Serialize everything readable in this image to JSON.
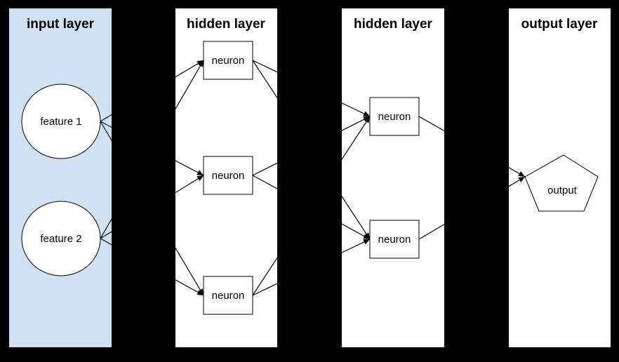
{
  "diagram": {
    "background_color": "#000000",
    "stroke_color": "#000000",
    "node_fill_color": "#ffffff",
    "panels": [
      {
        "id": "input",
        "title": "input layer",
        "fill": "#cfe2f3"
      },
      {
        "id": "hidden1",
        "title": "hidden layer",
        "fill": "#ffffff"
      },
      {
        "id": "hidden2",
        "title": "hidden layer",
        "fill": "#ffffff"
      },
      {
        "id": "output",
        "title": "output layer",
        "fill": "#ffffff"
      }
    ],
    "nodes": {
      "input": [
        {
          "label": "feature 1",
          "shape": "circle"
        },
        {
          "label": "feature 2",
          "shape": "circle"
        }
      ],
      "hidden1": [
        {
          "label": "neuron",
          "shape": "rect"
        },
        {
          "label": "neuron",
          "shape": "rect"
        },
        {
          "label": "neuron",
          "shape": "rect"
        }
      ],
      "hidden2": [
        {
          "label": "neuron",
          "shape": "rect"
        },
        {
          "label": "neuron",
          "shape": "rect"
        }
      ],
      "output": [
        {
          "label": "output",
          "shape": "pentagon"
        }
      ]
    },
    "edges": [
      {
        "from": "feature-1",
        "to": "hidden1-neuron-1"
      },
      {
        "from": "feature-1",
        "to": "hidden1-neuron-2"
      },
      {
        "from": "feature-1",
        "to": "hidden1-neuron-3"
      },
      {
        "from": "feature-2",
        "to": "hidden1-neuron-1"
      },
      {
        "from": "feature-2",
        "to": "hidden1-neuron-2"
      },
      {
        "from": "feature-2",
        "to": "hidden1-neuron-3"
      },
      {
        "from": "hidden1-neuron-1",
        "to": "hidden2-neuron-1"
      },
      {
        "from": "hidden1-neuron-1",
        "to": "hidden2-neuron-2"
      },
      {
        "from": "hidden1-neuron-2",
        "to": "hidden2-neuron-1"
      },
      {
        "from": "hidden1-neuron-2",
        "to": "hidden2-neuron-2"
      },
      {
        "from": "hidden1-neuron-3",
        "to": "hidden2-neuron-1"
      },
      {
        "from": "hidden1-neuron-3",
        "to": "hidden2-neuron-2"
      },
      {
        "from": "hidden2-neuron-1",
        "to": "output"
      },
      {
        "from": "hidden2-neuron-2",
        "to": "output"
      }
    ]
  }
}
